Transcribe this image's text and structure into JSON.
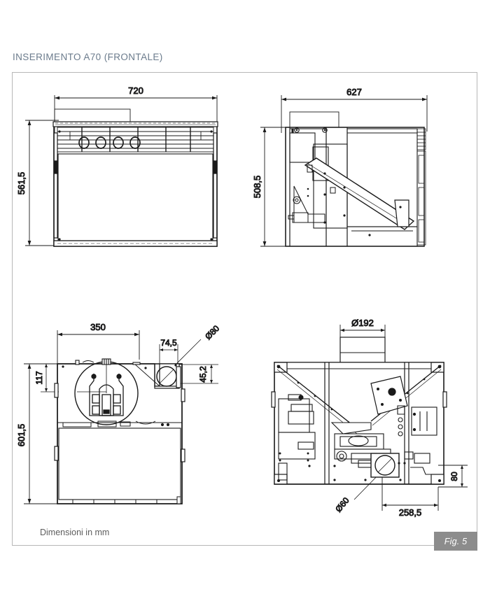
{
  "figure": {
    "title": "INSERIMENTO A70 (FRONTALE)",
    "caption": "Dimensioni in mm",
    "badge": "Fig. 5",
    "title_color": "#6b7b8c",
    "badge_bg": "#8c8c8c",
    "frame_border": "#b7b7b7",
    "dimension_text_color": "#1b1b33",
    "line_color": "#1a1a1a"
  },
  "views": {
    "front": {
      "name": "Front view",
      "dimensions": {
        "width": "720",
        "height": "561,5"
      }
    },
    "side": {
      "name": "Side section view",
      "dimensions": {
        "depth": "627",
        "height": "508,5"
      }
    },
    "top": {
      "name": "Top / plan view",
      "dimensions": {
        "inner_width": "350",
        "offset_left": "117",
        "total_height": "601,5",
        "outlet_width": "74,5",
        "outlet_offset": "45,2",
        "outlet_diameter": "Ø80"
      }
    },
    "rear": {
      "name": "Rear section view",
      "dimensions": {
        "flue_diameter": "Ø192",
        "air_diameter": "Ø60",
        "base_height": "80",
        "base_width": "258,5"
      }
    }
  },
  "chart_data": {
    "type": "table",
    "title": "INSERIMENTO A70 (FRONTALE)",
    "units": "mm",
    "rows": [
      {
        "view": "front",
        "label": "720",
        "meaning": "overall width"
      },
      {
        "view": "front",
        "label": "561,5",
        "meaning": "overall height"
      },
      {
        "view": "side",
        "label": "627",
        "meaning": "overall depth"
      },
      {
        "view": "side",
        "label": "508,5",
        "meaning": "body height"
      },
      {
        "view": "top",
        "label": "350",
        "meaning": "inner width"
      },
      {
        "view": "top",
        "label": "117",
        "meaning": "left offset"
      },
      {
        "view": "top",
        "label": "601,5",
        "meaning": "overall depth/height"
      },
      {
        "view": "top",
        "label": "74,5",
        "meaning": "outlet box width"
      },
      {
        "view": "top",
        "label": "45,2",
        "meaning": "outlet offset"
      },
      {
        "view": "top",
        "label": "Ø80",
        "meaning": "outlet diameter"
      },
      {
        "view": "rear",
        "label": "Ø192",
        "meaning": "flue diameter"
      },
      {
        "view": "rear",
        "label": "Ø60",
        "meaning": "air intake diameter"
      },
      {
        "view": "rear",
        "label": "80",
        "meaning": "base height"
      },
      {
        "view": "rear",
        "label": "258,5",
        "meaning": "base width"
      }
    ]
  }
}
